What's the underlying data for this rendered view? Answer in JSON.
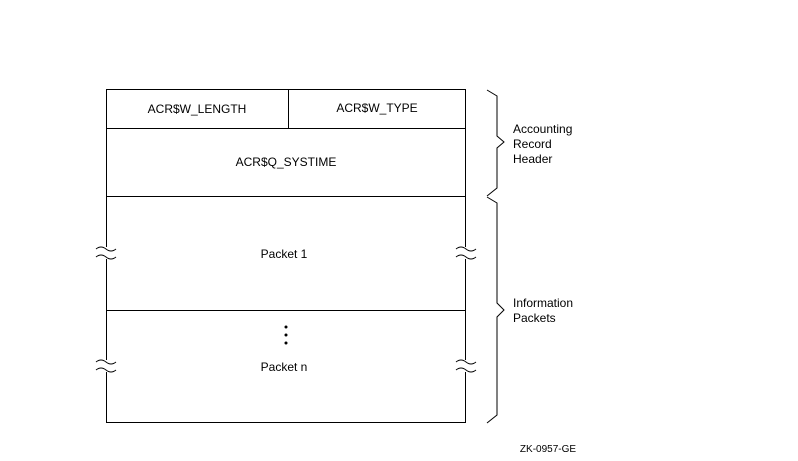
{
  "record": {
    "row1": [
      "ACR$W_LENGTH",
      "ACR$W_TYPE"
    ],
    "row2": "ACR$Q_SYSTIME",
    "packet_1": "Packet 1",
    "packet_n": "Packet n"
  },
  "braces": {
    "header": [
      "Accounting",
      "Record",
      "Header"
    ],
    "packets": [
      "Information",
      "Packets"
    ]
  },
  "figure_id": "ZK-0957-GE"
}
